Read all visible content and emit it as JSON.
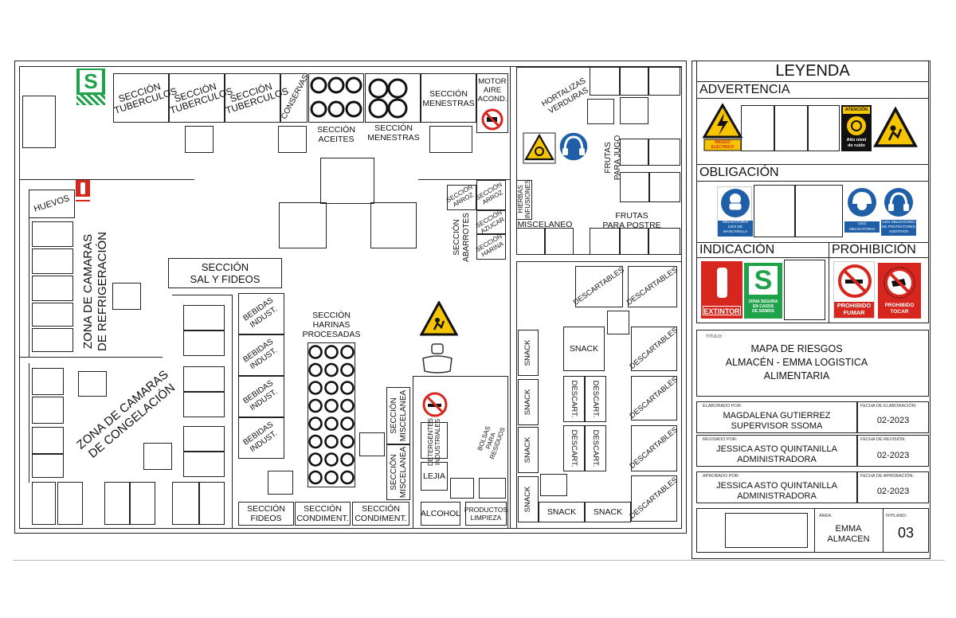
{
  "zones": {
    "camaras_refrigeracion": "ZONA DE CAMARAS\nDE REFRIGERACIÓN",
    "camaras_congelacion": "ZONA DE CAMARAS\nDE CONGELACIÓN",
    "huevos": "HUEVOS"
  },
  "sections": {
    "tuberculos": "SECCIÓN\nTUBERCULOS",
    "conservas": "CONSERVAS",
    "aceites": "SECCIÓN\nACEITES",
    "menestras": "SECCIÓN\nMENESTRAS",
    "motor": "MOTOR\nAIRE\nACOND.",
    "hortalizas": "HORTALIZAS\nVERDURAS",
    "frutas_jugo": "FRUTAS\nPARA JUGO",
    "hierbas": "HIERBAS\nINFUSIONES",
    "miscelaneo": "MISCELANEO",
    "frutas_postre": "FRUTAS\nPARA POSTRE",
    "arroz": "SECCIÓN\nARROZ",
    "abarrotes": "SECCIÓN\nABARROTES",
    "azucar": "SECCIÓN\nAZUCAR",
    "harina": "SECCIÓN\nHARINA",
    "sal_fideos": "SECCIÓN\nSAL Y FIDEOS",
    "bebidas": "BEBIDAS\nINDUST.",
    "harinas_procesadas": "SECCIÓN\nHARINAS\nPROCESADAS",
    "miscelanea": "SECCIÓN\nMISCELANEA",
    "detergentes": "DETERGENTES\nINDUSTRIALES",
    "bolsas": "BOLSAS\nPARA\nRESIDUOS",
    "lejia": "LEJIA",
    "alcohol": "ALCOHOL",
    "productos_limpieza": "PRODUCTOS\nLIMPIEZA",
    "fideos": "SECCIÓN\nFIDEOS",
    "condimentos": "SECCIÓN\nCONDIMENT.",
    "descartables": "DESCARTABLES",
    "descart": "DESCART.",
    "snack": "SNACK"
  },
  "sign_text": {
    "safe_zone": "ZONA SEGURA\nEN CASOS\nDE SISMOS",
    "extintor": "EXTINTOR",
    "riesgo_electrico": "RIESGO\nELÉCTRICO",
    "atencion": "ATENCIÓN",
    "alto_ruido": "Alto nivel\nde ruido",
    "mascarilla": "OBLIGATORIO\nUSO DE\nMASCARILLA",
    "cofia": "USO OBLIGATORIO\nDE COFIA",
    "protectores": "USO OBLIGATORIO\nDE PROTECTORES\nAUDITIVOS",
    "prohibido_fumar": "PROHIBIDO\nFUMAR",
    "prohibido_tocar": "PROHIBIDO\nTOCAR"
  },
  "legend": {
    "title": "LEYENDA",
    "advertencia": "ADVERTENCIA",
    "obligacion": "OBLIGACIÓN",
    "indicacion": "INDICACIÓN",
    "prohibicion": "PROHIBICIÓN"
  },
  "title_block": {
    "titulo_label": "TITULO:",
    "titulo": "MAPA DE RIESGOS\nALMACÉN - EMMA LOGISTICA\nALIMENTARIA",
    "elaborado_label": "ELABORADO POR:",
    "elaborado": "MAGDALENA GUTIERREZ\nSUPERVISOR SSOMA",
    "fecha_elab_label": "FECHA DE ELABORACIÓN:",
    "fecha_elab": "02-2023",
    "revisado_label": "REVISADO POR:",
    "revisado": "JESSICA ASTO QUINTANILLA\nADMINISTRADORA",
    "fecha_rev_label": "FECHA DE REVISIÓN:",
    "fecha_rev": "02-2023",
    "aprobado_label": "APROBADO POR:",
    "aprobado": "JESSICA ASTO QUINTANILLA\nADMINISTRADORA",
    "fecha_apr_label": "FECHA DE APROBACIÓN:",
    "fecha_apr": "02-2023",
    "area_label": "ÁREA:",
    "area": "EMMA\nALMACEN",
    "plano_label": "N°PLANO:",
    "plano": "03"
  },
  "colors": {
    "green": "#1fa24a",
    "red": "#d7261e",
    "blue": "#1f5fa8",
    "yellow": "#f6c400"
  }
}
